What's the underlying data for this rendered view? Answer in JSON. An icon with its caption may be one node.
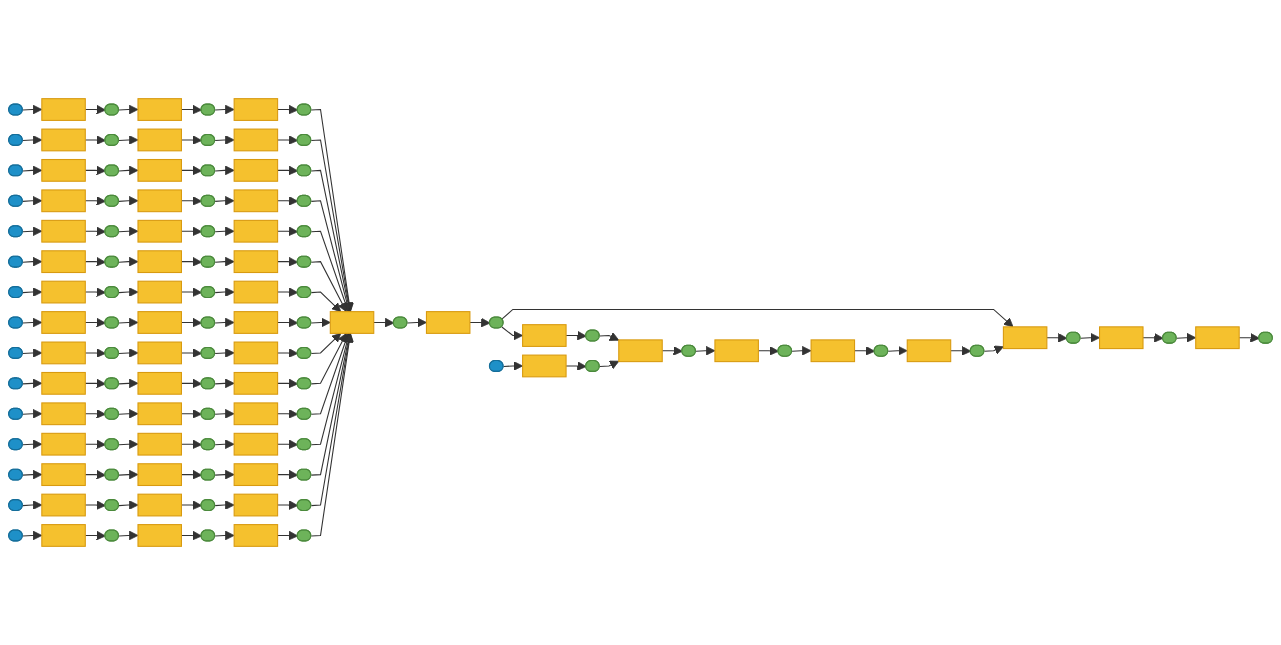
{
  "diagram": {
    "nodes": [
      {
        "text": [],
        "shape": "ellipse"
      },
      {
        "text": [],
        "shape": "box"
      },
      {
        "text": [],
        "shape": "ellipse"
      },
      {
        "text": [],
        "shape": "box"
      },
      {
        "text": [],
        "shape": "ellipse"
      },
      {
        "text": [],
        "shape": "box"
      },
      {
        "text": [],
        "shape": "ellipse"
      },
      {
        "text": [],
        "shape": "ellipse"
      },
      {
        "text": [],
        "shape": "box"
      },
      {
        "text": [],
        "shape": "ellipse"
      },
      {
        "text": [],
        "shape": "box"
      },
      {
        "text": [],
        "shape": "ellipse"
      },
      {
        "text": [],
        "shape": "box"
      },
      {
        "text": [],
        "shape": "ellipse"
      },
      {
        "text": [],
        "shape": "ellipse"
      },
      {
        "text": [],
        "shape": "box"
      },
      {
        "text": [],
        "shape": "ellipse"
      },
      {
        "text": [],
        "shape": "box"
      },
      {
        "text": [],
        "shape": "ellipse"
      },
      {
        "text": [],
        "shape": "box"
      },
      {
        "text": [],
        "shape": "ellipse"
      },
      {
        "text": [],
        "shape": "ellipse"
      },
      {
        "text": [],
        "shape": "box"
      },
      {
        "text": [],
        "shape": "ellipse"
      },
      {
        "text": [],
        "shape": "box"
      },
      {
        "text": [],
        "shape": "ellipse"
      },
      {
        "text": [],
        "shape": "box"
      },
      {
        "text": [],
        "shape": "ellipse"
      },
      {
        "text": [],
        "shape": "ellipse"
      },
      {
        "text": [],
        "shape": "box"
      },
      {
        "text": [],
        "shape": "ellipse"
      },
      {
        "text": [],
        "shape": "box"
      },
      {
        "text": [],
        "shape": "ellipse"
      },
      {
        "text": [],
        "shape": "box"
      },
      {
        "text": [],
        "shape": "ellipse"
      },
      {
        "text": [],
        "shape": "ellipse"
      },
      {
        "text": [],
        "shape": "box"
      },
      {
        "text": [],
        "shape": "ellipse"
      },
      {
        "text": [],
        "shape": "box"
      },
      {
        "text": [],
        "shape": "ellipse"
      },
      {
        "text": [],
        "shape": "box"
      },
      {
        "text": [],
        "shape": "ellipse"
      },
      {
        "text": [],
        "shape": "ellipse"
      },
      {
        "text": [],
        "shape": "box"
      },
      {
        "text": [],
        "shape": "ellipse"
      },
      {
        "text": [],
        "shape": "box"
      },
      {
        "text": [],
        "shape": "ellipse"
      },
      {
        "text": [],
        "shape": "box"
      },
      {
        "text": [],
        "shape": "ellipse"
      },
      {
        "text": [],
        "shape": "ellipse"
      },
      {
        "text": [],
        "shape": "box"
      },
      {
        "text": [],
        "shape": "ellipse"
      },
      {
        "text": [],
        "shape": "box"
      },
      {
        "text": [],
        "shape": "ellipse"
      },
      {
        "text": [],
        "shape": "box"
      },
      {
        "text": [],
        "shape": "ellipse"
      },
      {
        "text": [],
        "shape": "ellipse"
      },
      {
        "text": [],
        "shape": "box"
      },
      {
        "text": [],
        "shape": "ellipse"
      },
      {
        "text": [],
        "shape": "box"
      },
      {
        "text": [],
        "shape": "ellipse"
      },
      {
        "text": [],
        "shape": "box"
      },
      {
        "text": [],
        "shape": "ellipse"
      },
      {
        "text": [],
        "shape": "ellipse"
      },
      {
        "text": [],
        "shape": "box"
      },
      {
        "text": [],
        "shape": "ellipse"
      },
      {
        "text": [],
        "shape": "box"
      },
      {
        "text": [],
        "shape": "ellipse"
      },
      {
        "text": [],
        "shape": "box"
      },
      {
        "text": [],
        "shape": "ellipse"
      },
      {
        "text": [],
        "shape": "ellipse"
      },
      {
        "text": [],
        "shape": "box"
      },
      {
        "text": [],
        "shape": "ellipse"
      },
      {
        "text": [],
        "shape": "box"
      },
      {
        "text": [],
        "shape": "ellipse"
      },
      {
        "text": [],
        "shape": "box"
      },
      {
        "text": [],
        "shape": "ellipse"
      },
      {
        "text": [],
        "shape": "ellipse"
      },
      {
        "text": [],
        "shape": "box"
      },
      {
        "text": [],
        "shape": "ellipse"
      },
      {
        "text": [],
        "shape": "box"
      },
      {
        "text": [],
        "shape": "ellipse"
      },
      {
        "text": [],
        "shape": "box"
      },
      {
        "text": [],
        "shape": "ellipse"
      },
      {
        "text": [],
        "shape": "ellipse"
      },
      {
        "text": [],
        "shape": "box"
      },
      {
        "text": [],
        "shape": "ellipse"
      },
      {
        "text": [],
        "shape": "box"
      },
      {
        "text": [],
        "shape": "ellipse"
      },
      {
        "text": [],
        "shape": "box"
      },
      {
        "text": [],
        "shape": "ellipse"
      },
      {
        "text": [],
        "shape": "ellipse"
      },
      {
        "text": [],
        "shape": "box"
      },
      {
        "text": [],
        "shape": "ellipse"
      },
      {
        "text": [],
        "shape": "box"
      },
      {
        "text": [],
        "shape": "ellipse"
      },
      {
        "text": [],
        "shape": "box"
      },
      {
        "text": [],
        "shape": "ellipse"
      },
      {
        "text": [],
        "shape": "ellipse"
      },
      {
        "text": [],
        "shape": "box"
      },
      {
        "text": [],
        "shape": "ellipse"
      },
      {
        "text": [],
        "shape": "box"
      },
      {
        "text": [],
        "shape": "ellipse"
      },
      {
        "text": [],
        "shape": "box"
      },
      {
        "text": [],
        "shape": "ellipse"
      },
      {
        "text": [],
        "shape": "box"
      },
      {
        "text": [],
        "shape": "ellipse"
      },
      {
        "text": [],
        "shape": "box"
      },
      {
        "text": [],
        "shape": "ellipse"
      },
      {
        "text": [],
        "shape": "box"
      },
      {
        "text": [],
        "shape": "ellipse"
      },
      {
        "text": [],
        "shape": "box"
      },
      {
        "text": [],
        "shape": "ellipse"
      },
      {
        "text": [],
        "shape": "box"
      },
      {
        "text": [],
        "shape": "ellipse"
      },
      {
        "text": [],
        "shape": "box"
      },
      {
        "text": [],
        "shape": "ellipse"
      },
      {
        "text": [],
        "shape": "box"
      },
      {
        "text": [],
        "shape": "ellipse"
      },
      {
        "text": [],
        "shape": "box"
      },
      {
        "text": [],
        "shape": "ellipse"
      },
      {
        "text": [],
        "shape": "box"
      },
      {
        "text": [],
        "shape": "ellipse"
      },
      {
        "text": [],
        "shape": "box"
      },
      {
        "text": [],
        "shape": "ellipse"
      },
      {
        "text": [],
        "shape": "ellipse"
      },
      {
        "text": [],
        "shape": "box"
      },
      {
        "text": [],
        "shape": "ellipse"
      }
    ],
    "edges": [
      {
        "from": 0,
        "to": 1,
        "arrow": "to"
      },
      {
        "from": 1,
        "to": 2,
        "arrow": "to"
      },
      {
        "from": 2,
        "to": 3,
        "arrow": "to"
      },
      {
        "from": 3,
        "to": 4,
        "arrow": "to"
      },
      {
        "from": 4,
        "to": 5,
        "arrow": "to"
      },
      {
        "from": 5,
        "to": 6,
        "arrow": "to"
      },
      {
        "from": 6,
        "to": 105,
        "arrow": "to"
      },
      {
        "from": 7,
        "to": 8,
        "arrow": "to"
      },
      {
        "from": 8,
        "to": 9,
        "arrow": "to"
      },
      {
        "from": 9,
        "to": 10,
        "arrow": "to"
      },
      {
        "from": 10,
        "to": 11,
        "arrow": "to"
      },
      {
        "from": 11,
        "to": 12,
        "arrow": "to"
      },
      {
        "from": 12,
        "to": 13,
        "arrow": "to"
      },
      {
        "from": 13,
        "to": 105,
        "arrow": "to"
      },
      {
        "from": 14,
        "to": 15,
        "arrow": "to"
      },
      {
        "from": 15,
        "to": 16,
        "arrow": "to"
      },
      {
        "from": 16,
        "to": 17,
        "arrow": "to"
      },
      {
        "from": 17,
        "to": 18,
        "arrow": "to"
      },
      {
        "from": 18,
        "to": 19,
        "arrow": "to"
      },
      {
        "from": 19,
        "to": 20,
        "arrow": "to"
      },
      {
        "from": 20,
        "to": 105,
        "arrow": "to"
      },
      {
        "from": 21,
        "to": 22,
        "arrow": "to"
      },
      {
        "from": 22,
        "to": 23,
        "arrow": "to"
      },
      {
        "from": 23,
        "to": 24,
        "arrow": "to"
      },
      {
        "from": 24,
        "to": 25,
        "arrow": "to"
      },
      {
        "from": 25,
        "to": 26,
        "arrow": "to"
      },
      {
        "from": 26,
        "to": 27,
        "arrow": "to"
      },
      {
        "from": 27,
        "to": 105,
        "arrow": "to"
      },
      {
        "from": 28,
        "to": 29,
        "arrow": "to"
      },
      {
        "from": 29,
        "to": 30,
        "arrow": "to"
      },
      {
        "from": 30,
        "to": 31,
        "arrow": "to"
      },
      {
        "from": 31,
        "to": 32,
        "arrow": "to"
      },
      {
        "from": 32,
        "to": 33,
        "arrow": "to"
      },
      {
        "from": 33,
        "to": 34,
        "arrow": "to"
      },
      {
        "from": 34,
        "to": 105,
        "arrow": "to"
      },
      {
        "from": 35,
        "to": 36,
        "arrow": "to"
      },
      {
        "from": 36,
        "to": 37,
        "arrow": "to"
      },
      {
        "from": 37,
        "to": 38,
        "arrow": "to"
      },
      {
        "from": 38,
        "to": 39,
        "arrow": "to"
      },
      {
        "from": 39,
        "to": 40,
        "arrow": "to"
      },
      {
        "from": 40,
        "to": 41,
        "arrow": "to"
      },
      {
        "from": 41,
        "to": 105,
        "arrow": "to"
      },
      {
        "from": 42,
        "to": 43,
        "arrow": "to"
      },
      {
        "from": 43,
        "to": 44,
        "arrow": "to"
      },
      {
        "from": 44,
        "to": 45,
        "arrow": "to"
      },
      {
        "from": 45,
        "to": 46,
        "arrow": "to"
      },
      {
        "from": 46,
        "to": 47,
        "arrow": "to"
      },
      {
        "from": 47,
        "to": 48,
        "arrow": "to"
      },
      {
        "from": 48,
        "to": 105,
        "arrow": "to"
      },
      {
        "from": 49,
        "to": 50,
        "arrow": "to"
      },
      {
        "from": 50,
        "to": 51,
        "arrow": "to"
      },
      {
        "from": 51,
        "to": 52,
        "arrow": "to"
      },
      {
        "from": 52,
        "to": 53,
        "arrow": "to"
      },
      {
        "from": 53,
        "to": 54,
        "arrow": "to"
      },
      {
        "from": 54,
        "to": 55,
        "arrow": "to"
      },
      {
        "from": 55,
        "to": 105,
        "arrow": "to"
      },
      {
        "from": 56,
        "to": 57,
        "arrow": "to"
      },
      {
        "from": 57,
        "to": 58,
        "arrow": "to"
      },
      {
        "from": 58,
        "to": 59,
        "arrow": "to"
      },
      {
        "from": 59,
        "to": 60,
        "arrow": "to"
      },
      {
        "from": 60,
        "to": 61,
        "arrow": "to"
      },
      {
        "from": 61,
        "to": 62,
        "arrow": "to"
      },
      {
        "from": 62,
        "to": 105,
        "arrow": "to"
      },
      {
        "from": 63,
        "to": 64,
        "arrow": "to"
      },
      {
        "from": 64,
        "to": 65,
        "arrow": "to"
      },
      {
        "from": 65,
        "to": 66,
        "arrow": "to"
      },
      {
        "from": 66,
        "to": 67,
        "arrow": "to"
      },
      {
        "from": 67,
        "to": 68,
        "arrow": "to"
      },
      {
        "from": 68,
        "to": 69,
        "arrow": "to"
      },
      {
        "from": 69,
        "to": 105,
        "arrow": "to"
      },
      {
        "from": 70,
        "to": 71,
        "arrow": "to"
      },
      {
        "from": 71,
        "to": 72,
        "arrow": "to"
      },
      {
        "from": 72,
        "to": 73,
        "arrow": "to"
      },
      {
        "from": 73,
        "to": 74,
        "arrow": "to"
      },
      {
        "from": 74,
        "to": 75,
        "arrow": "to"
      },
      {
        "from": 75,
        "to": 76,
        "arrow": "to"
      },
      {
        "from": 76,
        "to": 105,
        "arrow": "to"
      },
      {
        "from": 77,
        "to": 78,
        "arrow": "to"
      },
      {
        "from": 78,
        "to": 79,
        "arrow": "to"
      },
      {
        "from": 79,
        "to": 80,
        "arrow": "to"
      },
      {
        "from": 80,
        "to": 81,
        "arrow": "to"
      },
      {
        "from": 81,
        "to": 82,
        "arrow": "to"
      },
      {
        "from": 82,
        "to": 83,
        "arrow": "to"
      },
      {
        "from": 83,
        "to": 105,
        "arrow": "to"
      },
      {
        "from": 84,
        "to": 85,
        "arrow": "to"
      },
      {
        "from": 85,
        "to": 86,
        "arrow": "to"
      },
      {
        "from": 86,
        "to": 87,
        "arrow": "to"
      },
      {
        "from": 87,
        "to": 88,
        "arrow": "to"
      },
      {
        "from": 88,
        "to": 89,
        "arrow": "to"
      },
      {
        "from": 89,
        "to": 90,
        "arrow": "to"
      },
      {
        "from": 90,
        "to": 105,
        "arrow": "to"
      },
      {
        "from": 91,
        "to": 92,
        "arrow": "to"
      },
      {
        "from": 92,
        "to": 93,
        "arrow": "to"
      },
      {
        "from": 93,
        "to": 94,
        "arrow": "to"
      },
      {
        "from": 94,
        "to": 95,
        "arrow": "to"
      },
      {
        "from": 95,
        "to": 96,
        "arrow": "to"
      },
      {
        "from": 96,
        "to": 97,
        "arrow": "to"
      },
      {
        "from": 97,
        "to": 105,
        "arrow": "to"
      },
      {
        "from": 98,
        "to": 99,
        "arrow": "to"
      },
      {
        "from": 99,
        "to": 100,
        "arrow": "to"
      },
      {
        "from": 100,
        "to": 101,
        "arrow": "to"
      },
      {
        "from": 101,
        "to": 102,
        "arrow": "to"
      },
      {
        "from": 102,
        "to": 103,
        "arrow": "to"
      },
      {
        "from": 103,
        "to": 104,
        "arrow": "to"
      },
      {
        "from": 104,
        "to": 105,
        "arrow": "to"
      },
      {
        "from": 105,
        "to": 106,
        "arrow": "to"
      },
      {
        "from": 106,
        "to": 107,
        "arrow": "to"
      },
      {
        "from": 107,
        "to": 108,
        "arrow": "to"
      },
      {
        "from": 108,
        "to": 109,
        "arrow": "to"
      },
      {
        "from": 109,
        "to": 110,
        "arrow": "to"
      },
      {
        "from": 110,
        "to": 111,
        "arrow": "to"
      },
      {
        "from": 111,
        "to": 112,
        "arrow": "to"
      },
      {
        "from": 108,
        "to": 113,
        "arrow": "to"
      },
      {
        "from": 113,
        "to": 114,
        "arrow": "to"
      },
      {
        "from": 114,
        "to": 115,
        "arrow": "to"
      },
      {
        "from": 116,
        "to": 117,
        "arrow": "to"
      },
      {
        "from": 117,
        "to": 118,
        "arrow": "to"
      },
      {
        "from": 118,
        "to": 111,
        "arrow": "to"
      },
      {
        "from": 112,
        "to": 119,
        "arrow": "to"
      },
      {
        "from": 119,
        "to": 120,
        "arrow": "to"
      },
      {
        "from": 120,
        "to": 121,
        "arrow": "to"
      },
      {
        "from": 121,
        "to": 122,
        "arrow": "to"
      },
      {
        "from": 122,
        "to": 123,
        "arrow": "to"
      },
      {
        "from": 123,
        "to": 124,
        "arrow": "to"
      },
      {
        "from": 124,
        "to": 113,
        "arrow": "to"
      },
      {
        "from": 115,
        "to": 125,
        "arrow": "to"
      },
      {
        "from": 125,
        "to": 126,
        "arrow": "to"
      },
      {
        "from": 126,
        "to": 127,
        "arrow": "to"
      }
    ]
  }
}
